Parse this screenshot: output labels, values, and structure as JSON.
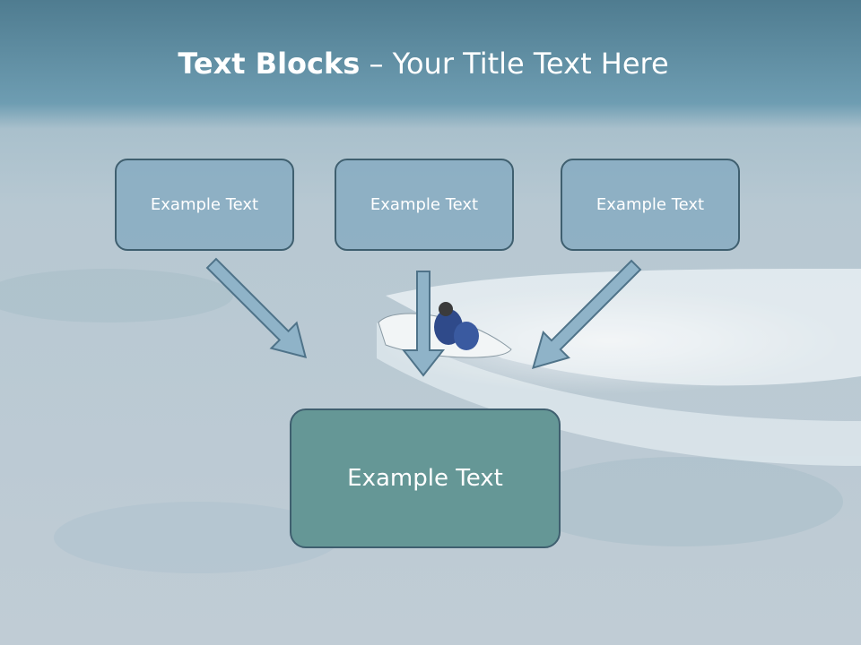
{
  "slide": {
    "title_bold": "Text Blocks",
    "title_separator": "–",
    "title_rest": "Your Title Text Here"
  },
  "blocks": {
    "top_left": "Example Text",
    "top_middle": "Example Text",
    "top_right": "Example Text",
    "bottom_center": "Example Text"
  },
  "colors": {
    "header_band": "#6e9db2",
    "sea": "#b9c8d2",
    "small_block_fill": "#87acc2",
    "big_block_fill": "#659796",
    "block_border": "#3f5f6f",
    "arrow_fill": "#8fb3c8",
    "arrow_stroke": "#4f7389"
  },
  "icons": {
    "arrows": "down-pointing-arrow-icon",
    "background": "jet-ski-sea-photo"
  }
}
